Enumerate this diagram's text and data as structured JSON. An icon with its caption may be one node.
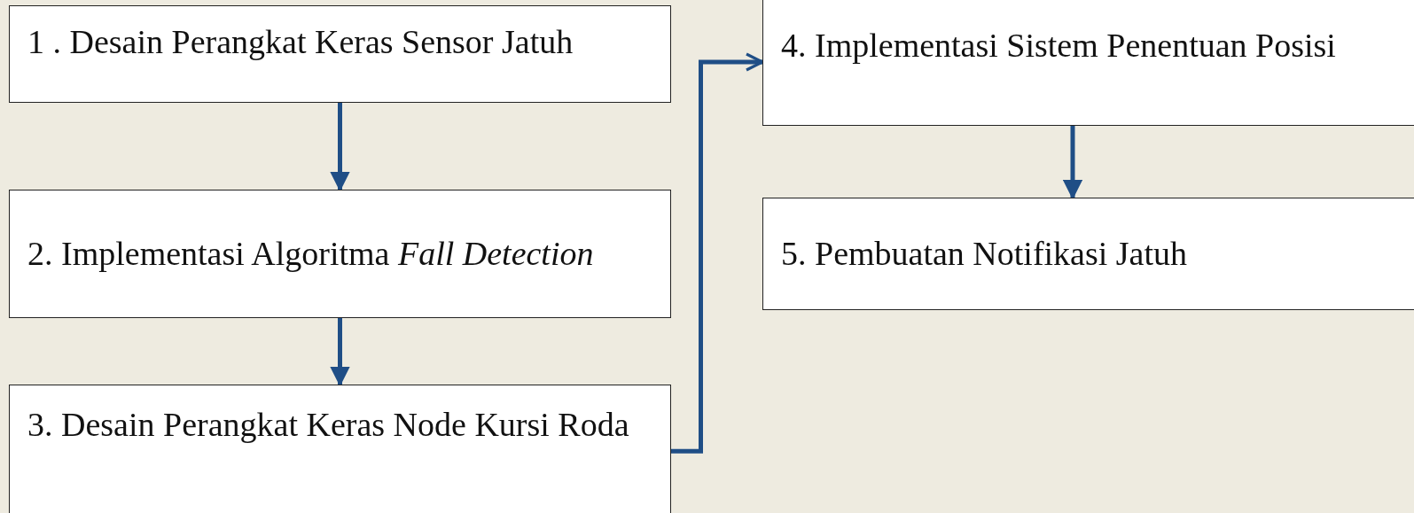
{
  "diagram": {
    "nodes": [
      {
        "text": [
          "1 . Desain Perangkat Keras Sensor Jatuh"
        ]
      },
      {
        "text": [
          "2. Implementasi Algoritma *Fall Detection*"
        ]
      },
      {
        "text": [
          "3. Desain Perangkat Keras Node Kursi Roda"
        ]
      },
      {
        "text": [
          "4. Implementasi Sistem Penentuan Posisi"
        ]
      },
      {
        "text": [
          "5. Pembuatan Notifikasi Jatuh"
        ]
      }
    ],
    "edges": [
      {
        "from": 0,
        "to": 1,
        "arrow": "to"
      },
      {
        "from": 1,
        "to": 2,
        "arrow": "to"
      },
      {
        "from": 2,
        "to": 3,
        "arrow": "to"
      },
      {
        "from": 3,
        "to": 4,
        "arrow": "to"
      }
    ]
  }
}
